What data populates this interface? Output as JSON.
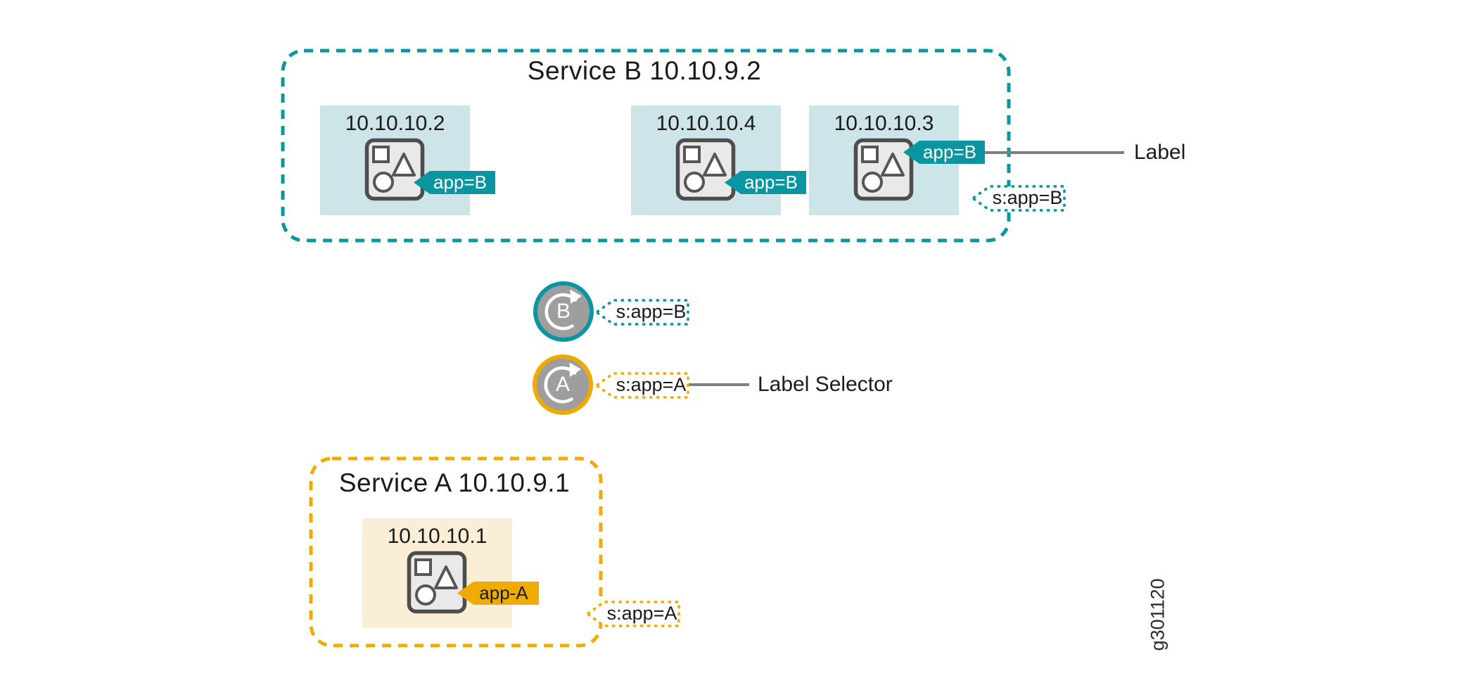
{
  "colors": {
    "teal": "#0996a1",
    "teal_light": "#cde5e8",
    "amber": "#f0ab00",
    "amber_light": "#fbeed6",
    "gray_circle": "#9e9e9e",
    "gray_line": "#7f7f7f",
    "icon_border": "#4d4d4d",
    "ink": "#1a1a1a"
  },
  "service_b": {
    "title": "Service B 10.10.9.2",
    "selector_tag": "s:app=B",
    "pods": [
      {
        "ip": "10.10.10.2",
        "label": "app=B"
      },
      {
        "ip": "10.10.10.4",
        "label": "app=B"
      },
      {
        "ip": "10.10.10.3",
        "label": "app=B"
      }
    ]
  },
  "service_a": {
    "title": "Service A 10.10.9.1",
    "selector_tag": "s:app=A",
    "pods": [
      {
        "ip": "10.10.10.1",
        "label": "app-A"
      }
    ]
  },
  "selectors": [
    {
      "letter": "B",
      "tag": "s:app=B"
    },
    {
      "letter": "A",
      "tag": "s:app=A"
    }
  ],
  "annotations": {
    "label": "Label",
    "label_selector": "Label Selector",
    "figure_id": "g301120"
  }
}
